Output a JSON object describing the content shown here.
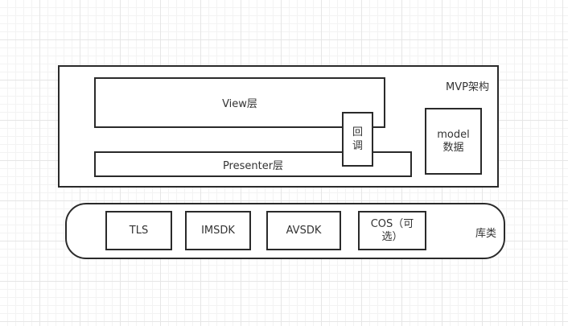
{
  "mvp": {
    "title": "MVP架构",
    "view_label": "View层",
    "presenter_label": "Presenter层",
    "callback_line1": "回",
    "callback_line2": "调",
    "model_line1": "model",
    "model_line2": "数据"
  },
  "libraries": {
    "title": "库类",
    "items": [
      "TLS",
      "IMSDK",
      "AVSDK",
      "COS（可选）"
    ]
  }
}
